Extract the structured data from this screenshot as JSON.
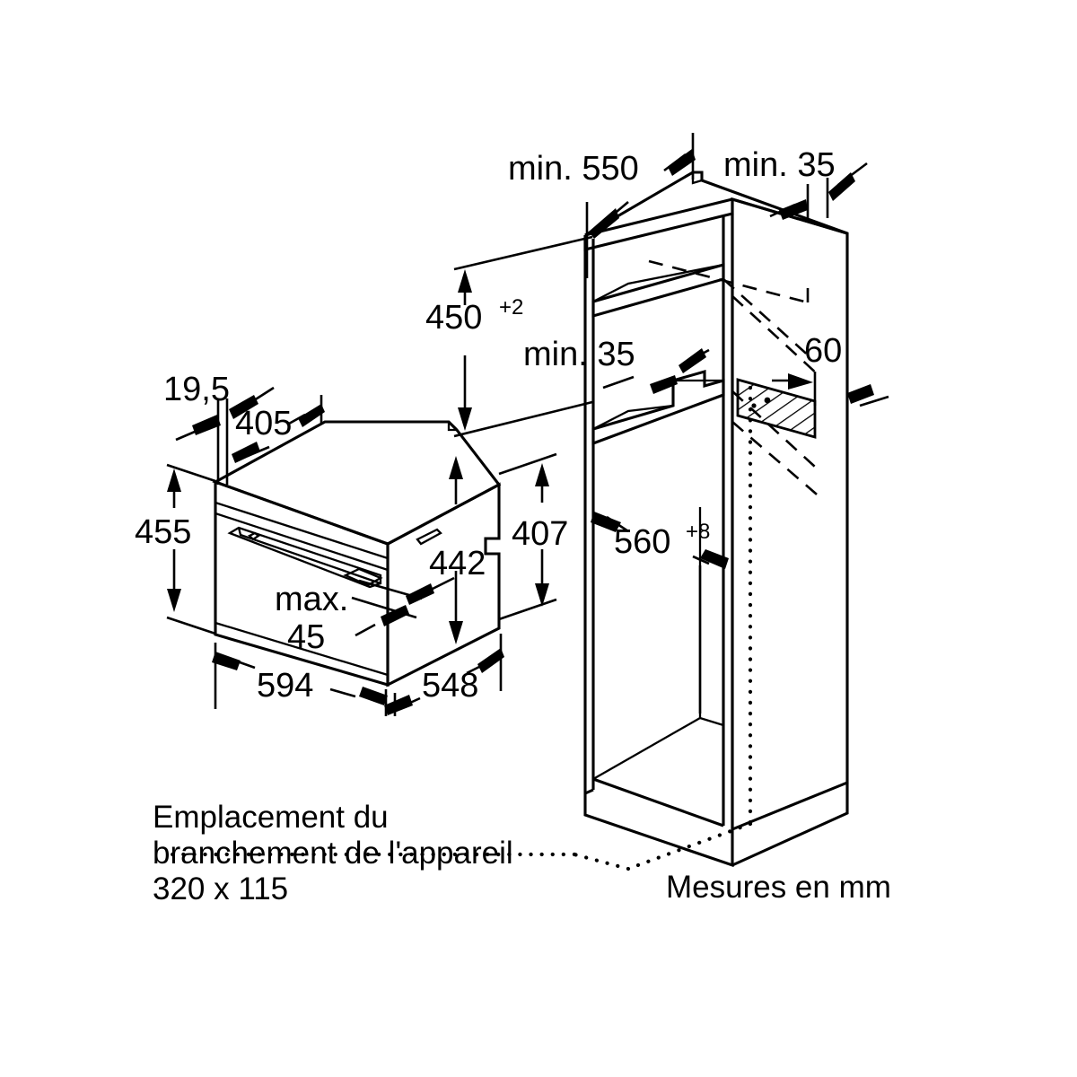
{
  "document": {
    "type": "appliance-installation-dimension-drawing",
    "language": "fr",
    "units_note": "Mesures en mm"
  },
  "appliance": {
    "title": "built-in compact oven",
    "dimensions": {
      "front_panel_offset": "19,5",
      "panel_height": "405",
      "total_height": "455",
      "body_height": "407",
      "door_inner_height": "442",
      "door_gap_label": "max.",
      "door_gap_value": "45",
      "width": "594",
      "depth": "548"
    }
  },
  "cabinet": {
    "title": "installation niche",
    "dimensions": {
      "depth_min": "min. 550",
      "top_clearance_min": "min. 35",
      "niche_height": "450",
      "niche_height_tolerance": "+2",
      "side_clearance_min": "min. 35",
      "connection_box_depth": "60",
      "niche_width": "560",
      "niche_width_tolerance": "+8"
    }
  },
  "labels": {
    "connection_location_line1": "Emplacement du",
    "connection_location_line2": "branchement de l'appareil",
    "connection_location_line3": "320 x 115",
    "measurements_note": "Mesures en mm"
  },
  "dimension_callouts": [
    {
      "id": "d-19-5",
      "text": "19,5",
      "sup": "",
      "target": "appliance"
    },
    {
      "id": "d-405",
      "text": "405",
      "sup": "",
      "target": "appliance"
    },
    {
      "id": "d-455",
      "text": "455",
      "sup": "",
      "target": "appliance"
    },
    {
      "id": "d-442",
      "text": "442",
      "sup": "",
      "target": "appliance"
    },
    {
      "id": "d-407",
      "text": "407",
      "sup": "",
      "target": "appliance"
    },
    {
      "id": "d-max",
      "text": "max.",
      "sup": "",
      "target": "appliance"
    },
    {
      "id": "d-45",
      "text": "45",
      "sup": "",
      "target": "appliance"
    },
    {
      "id": "d-594",
      "text": "594",
      "sup": "",
      "target": "appliance"
    },
    {
      "id": "d-548",
      "text": "548",
      "sup": "",
      "target": "appliance"
    },
    {
      "id": "d-550",
      "text": "min. 550",
      "sup": "",
      "target": "cabinet"
    },
    {
      "id": "d-35-top",
      "text": "min. 35",
      "sup": "",
      "target": "cabinet"
    },
    {
      "id": "d-450",
      "text": "450",
      "sup": "+2",
      "target": "cabinet"
    },
    {
      "id": "d-35-mid",
      "text": "min. 35",
      "sup": "",
      "target": "cabinet"
    },
    {
      "id": "d-60",
      "text": "60",
      "sup": "",
      "target": "cabinet"
    },
    {
      "id": "d-560",
      "text": "560",
      "sup": "+8",
      "target": "cabinet"
    }
  ],
  "colors": {
    "line": "#000000",
    "background": "#ffffff"
  }
}
